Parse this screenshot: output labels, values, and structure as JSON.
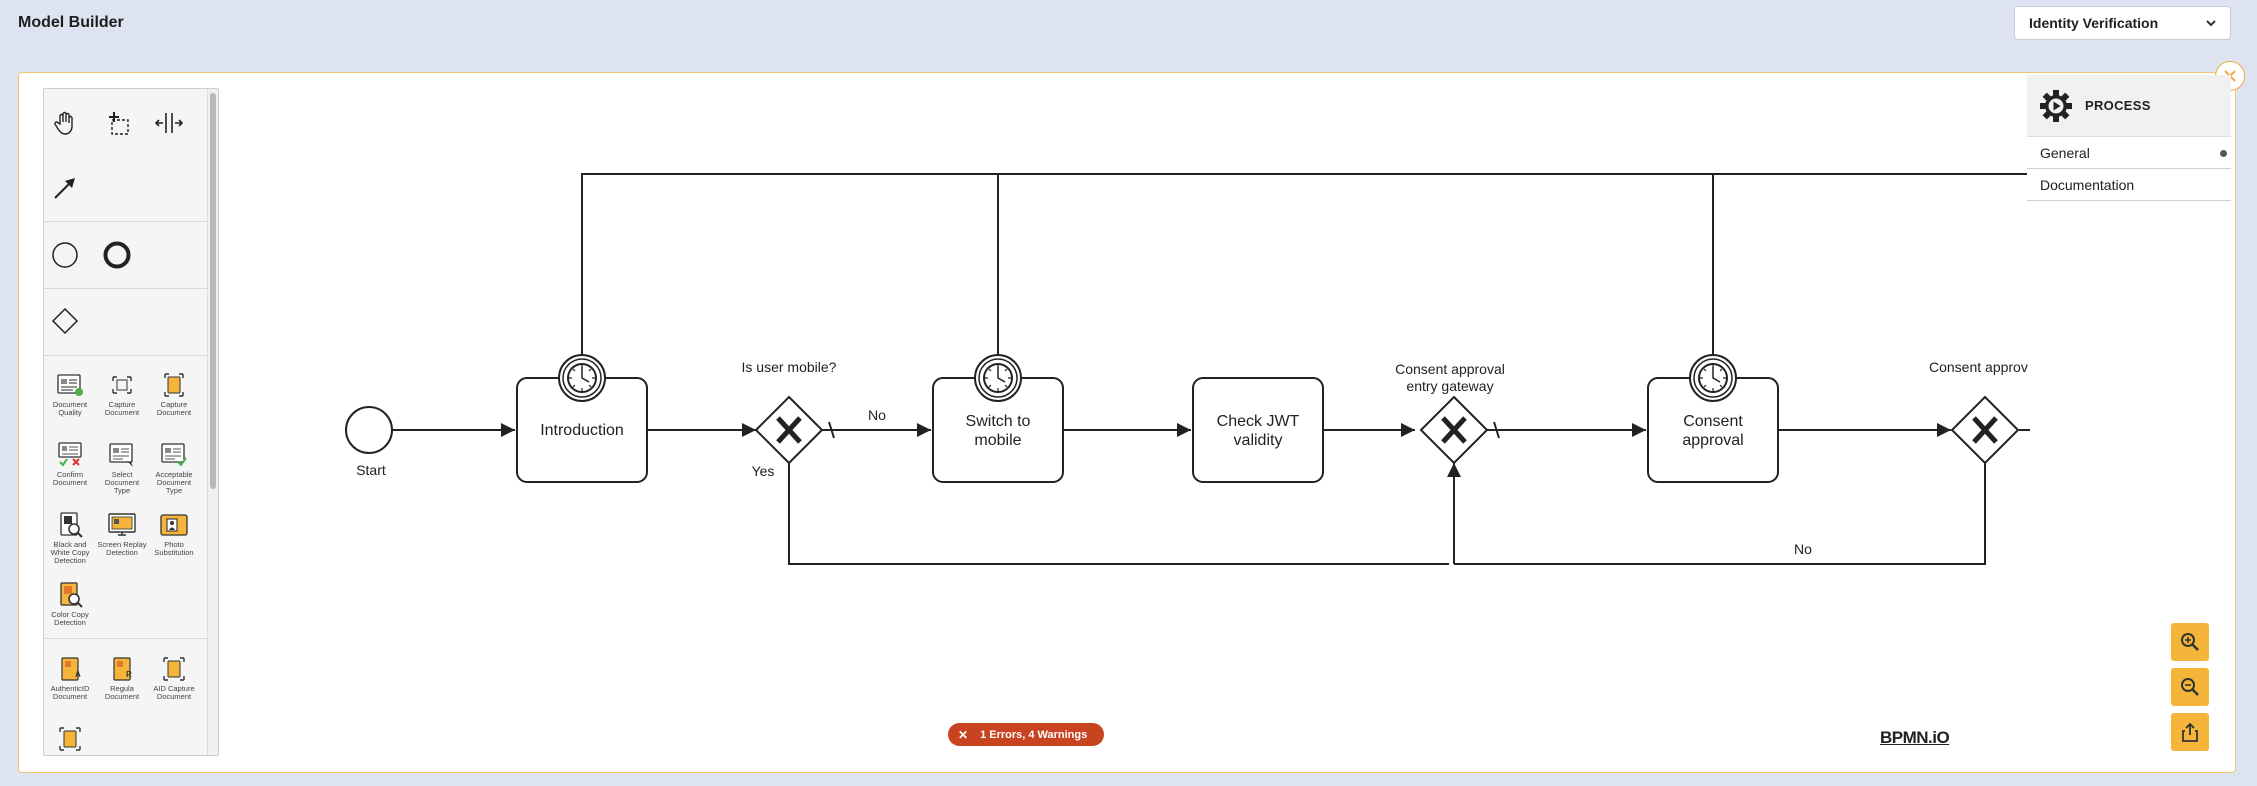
{
  "header": {
    "title": "Model Builder",
    "model_selector": {
      "selected": "Identity Verification"
    }
  },
  "palette": {
    "tools": [
      "hand-tool",
      "lasso-tool",
      "space-tool",
      "connect-tool"
    ],
    "events": [
      "start-event",
      "end-event"
    ],
    "gateways": [
      "exclusive-gateway"
    ],
    "document_tiles": [
      {
        "label": "Document Quality"
      },
      {
        "label": "Capture Document"
      },
      {
        "label": "Capture Document"
      },
      {
        "label": "Confirm Document"
      },
      {
        "label": "Select Document Type"
      },
      {
        "label": "Acceptable Document Type"
      },
      {
        "label": "Black and White Copy Detection"
      },
      {
        "label": "Screen Replay Detection"
      },
      {
        "label": "Photo Substitution"
      },
      {
        "label": "Color Copy Detection"
      }
    ],
    "provider_tiles": [
      {
        "label": "AuthenticID Document"
      },
      {
        "label": "Regula Document"
      },
      {
        "label": "AID Capture Document"
      }
    ]
  },
  "diagram": {
    "start_label": "Start",
    "tasks": {
      "introduction": "Introduction",
      "switch_to_mobile_1": "Switch to",
      "switch_to_mobile_2": "mobile",
      "check_jwt_1": "Check JWT",
      "check_jwt_2": "validity",
      "consent_approval_1": "Consent",
      "consent_approval_2": "approval"
    },
    "gateways": {
      "is_user_mobile": "Is user mobile?",
      "consent_entry_1": "Consent approval",
      "consent_entry_2": "entry gateway",
      "consent_approval_cut": "Consent approv"
    },
    "flows": {
      "no_1": "No",
      "yes": "Yes",
      "no_2": "No"
    }
  },
  "properties_panel": {
    "title": "PROCESS",
    "tabs": [
      {
        "label": "General",
        "has_dot": true
      },
      {
        "label": "Documentation"
      }
    ]
  },
  "status": {
    "errors_warnings": "1 Errors, 4 Warnings"
  },
  "branding": {
    "logo_text": "BPMN.iO"
  },
  "colors": {
    "accent": "#f5b53b",
    "error": "#c8431f",
    "frame": "#f2c56b",
    "background": "#dde3f0"
  }
}
